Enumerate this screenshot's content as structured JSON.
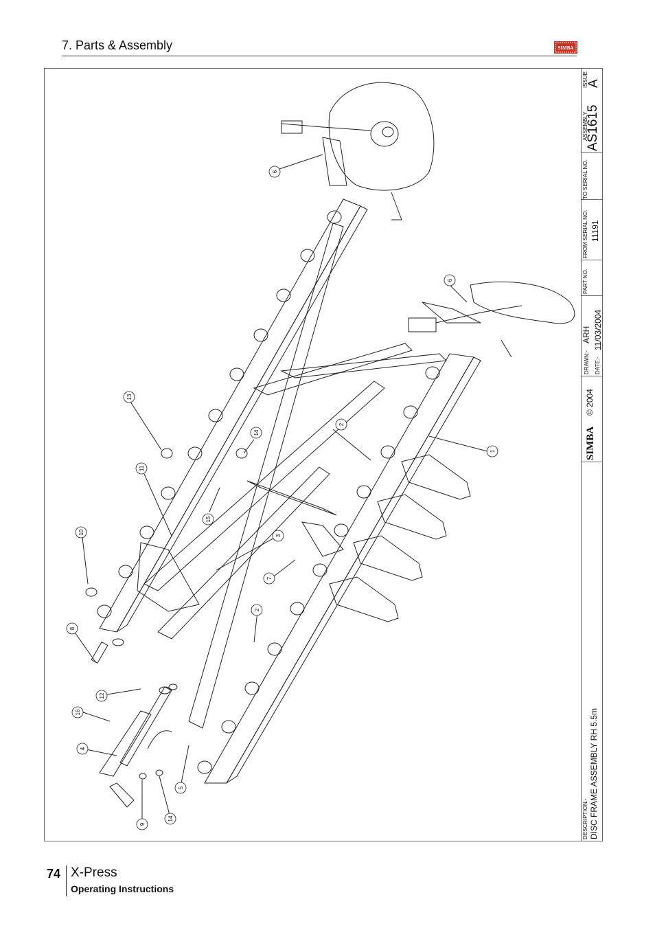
{
  "header": {
    "section_title": "7. Parts & Assembly"
  },
  "logo": {
    "text": "SIMBA",
    "color": "#c0392b"
  },
  "title_block": {
    "issue_label": "ISSUE",
    "issue_value": "A",
    "assembly_label": "ASSEMBLY",
    "assembly_value": "AS1615",
    "to_serial_label": "TO SERIAL NO.",
    "from_serial_label": "FROM SERIAL NO.",
    "from_serial_value": "11191",
    "part_no_label": "PART NO.",
    "drawn_label": "DRAWN:-",
    "drawn_value": "ARH",
    "date_label": "DATE:-",
    "date_value": "11/03/2004",
    "copyright": "© 2004",
    "brand": "SIMBA",
    "description_label": "DESCRIPTION:-",
    "description_value": "DISC FRAME ASSEMBLY RH 5.5m"
  },
  "callouts": [
    "1",
    "2",
    "2",
    "3",
    "4",
    "5",
    "6",
    "6",
    "7",
    "8",
    "9",
    "10",
    "11",
    "12",
    "13",
    "14",
    "14",
    "15",
    "16"
  ],
  "footer": {
    "page_number": "74",
    "product": "X-Press",
    "subtitle": "Operating Instructions"
  }
}
